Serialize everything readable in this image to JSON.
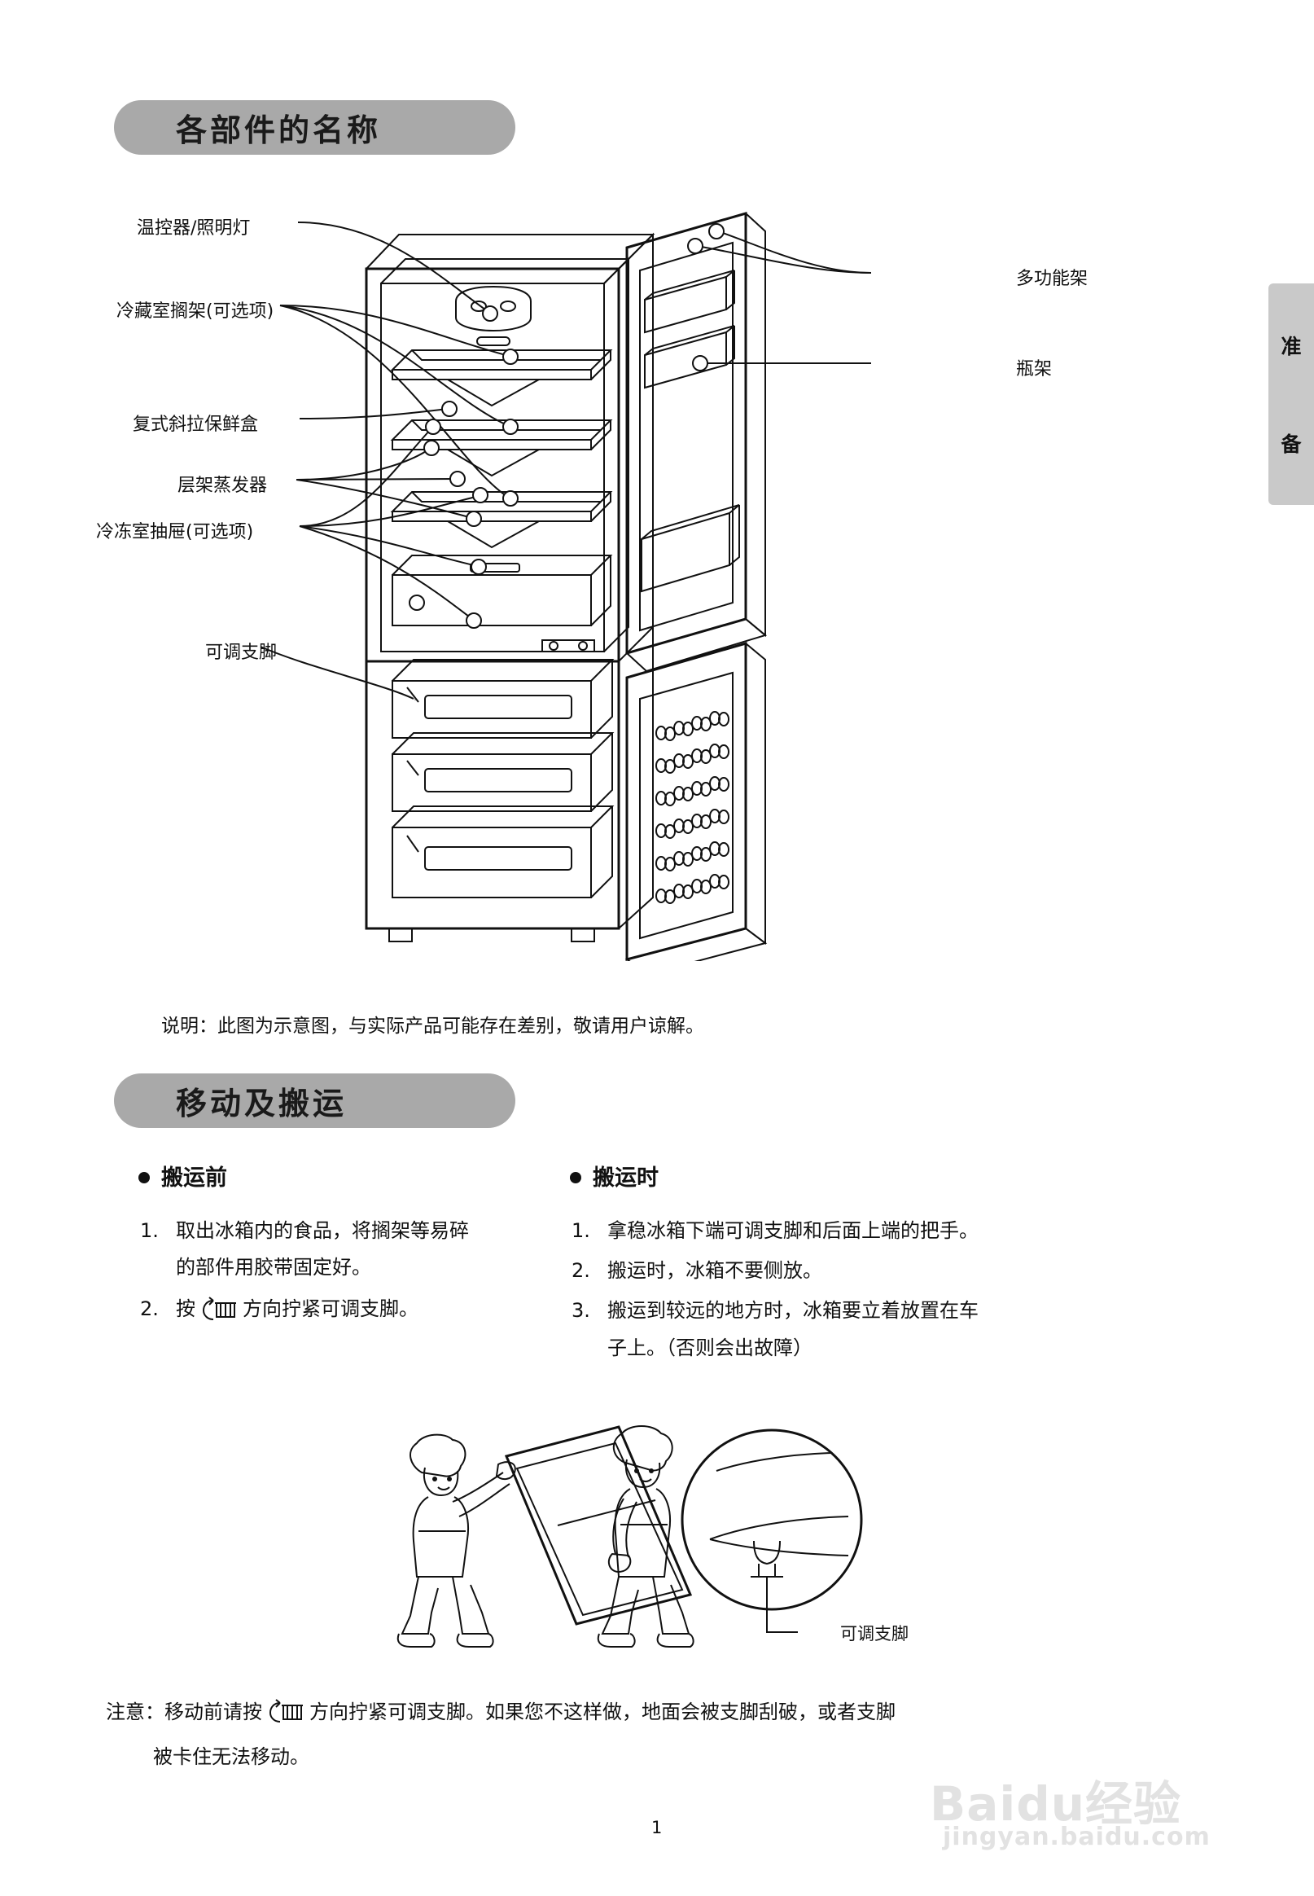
{
  "sections": {
    "parts_title": "各部件的名称",
    "moving_title": "移动及搬运"
  },
  "side_tab": {
    "char1": "准",
    "char2": "备"
  },
  "diagram_labels": {
    "left": [
      "温控器/照明灯",
      "冷藏室搁架(可选项)",
      "复式斜拉保鲜盒",
      "层架蒸发器",
      "冷冻室抽屉(可选项)",
      "可调支脚"
    ],
    "right": [
      "多功能架",
      "瓶架"
    ]
  },
  "diagram_note": "说明：此图为示意图，与实际产品可能存在差别，敬请用户谅解。",
  "moving": {
    "before": {
      "heading": "搬运前",
      "items": [
        "取出冰箱内的食品，将搁架等易碎",
        "的部件用胶带固定好。"
      ],
      "item2_prefix": "按",
      "item2_suffix": "方向拧紧可调支脚。"
    },
    "during": {
      "heading": "搬运时",
      "items": [
        "拿稳冰箱下端可调支脚和后面上端的把手。",
        "搬运时，冰箱不要侧放。",
        "搬运到较远的地方时，冰箱要立着放置在车",
        "子上。（否则会出故障）"
      ]
    }
  },
  "illustration": {
    "callout": "可调支脚"
  },
  "caution": {
    "prefix": "注意：移动前请按",
    "mid": "方向拧紧可调支脚。如果您不这样做，地面会被支脚刮破，或者支脚",
    "line2": "被卡住无法移动。"
  },
  "page_number": "1",
  "watermark": {
    "line1": "Baidu经验",
    "line2": "jingyan.baidu.com"
  },
  "colors": {
    "pill": "#a9a9a9",
    "tab": "#c9c9c9",
    "ink": "#111111"
  }
}
